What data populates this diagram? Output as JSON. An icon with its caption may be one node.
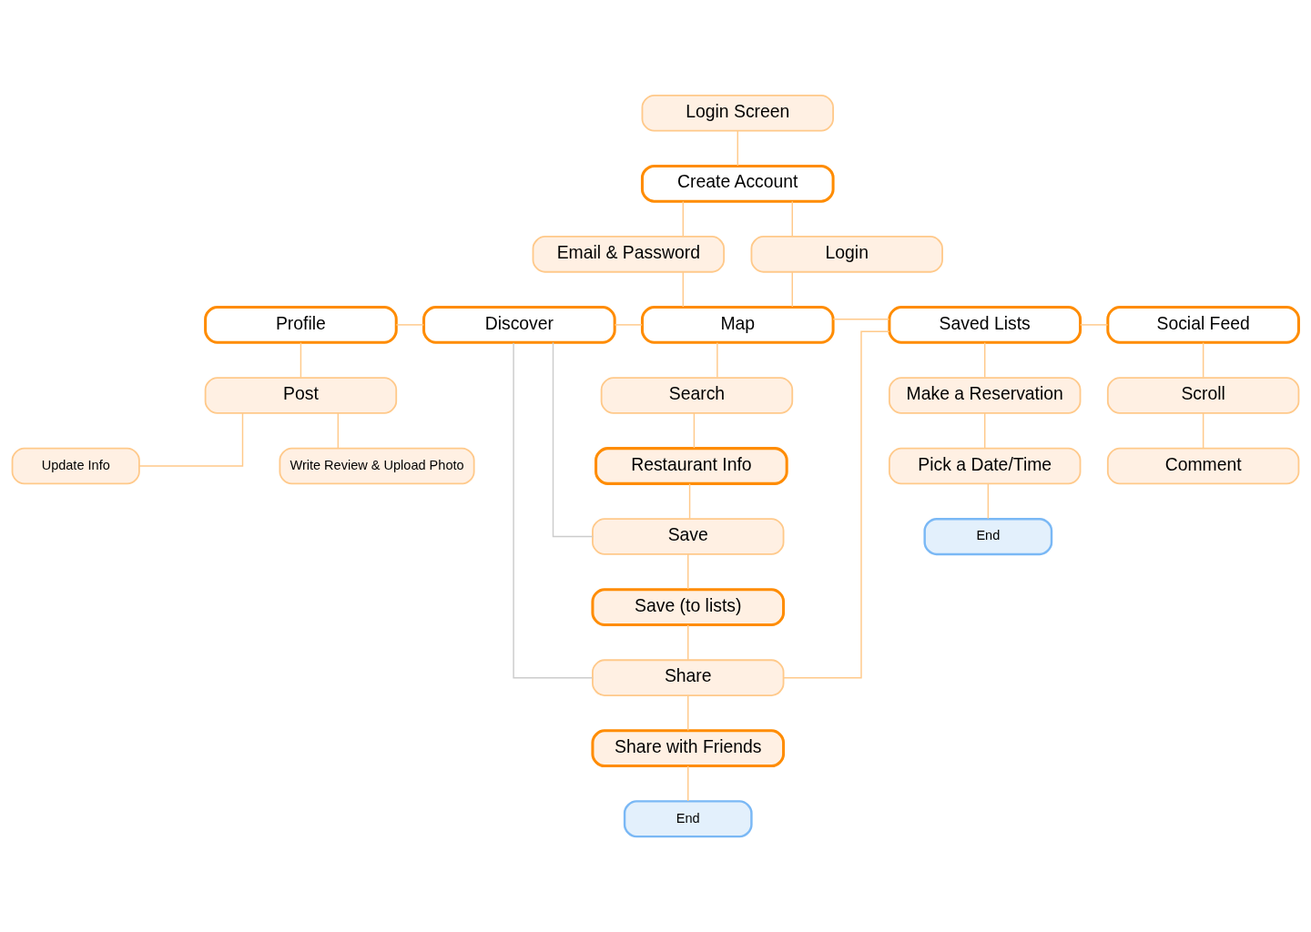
{
  "diagram": {
    "nodes": [
      {
        "text": [
          "Login Screen"
        ]
      },
      {
        "text": [
          "Create Account"
        ]
      },
      {
        "text": [
          "Email & Password"
        ]
      },
      {
        "text": [
          "Login"
        ]
      },
      {
        "text": [
          "Profile"
        ]
      },
      {
        "text": [
          "Discover"
        ]
      },
      {
        "text": [
          "Map"
        ]
      },
      {
        "text": [
          "Saved Lists"
        ]
      },
      {
        "text": [
          "Social Feed"
        ]
      },
      {
        "text": [
          "Post"
        ]
      },
      {
        "text": [
          "Write Review & Upload Photo"
        ]
      },
      {
        "text": [
          "Update Info"
        ]
      },
      {
        "text": [
          "Search"
        ]
      },
      {
        "text": [
          "Restaurant Info"
        ]
      },
      {
        "text": [
          "Save"
        ]
      },
      {
        "text": [
          "Save (to lists)"
        ]
      },
      {
        "text": [
          "Share"
        ]
      },
      {
        "text": [
          "Share with Friends"
        ]
      },
      {
        "text": [
          "End"
        ]
      },
      {
        "text": [
          "Scroll"
        ]
      },
      {
        "text": [
          "Comment"
        ]
      },
      {
        "text": [
          "Make a Reservation"
        ]
      },
      {
        "text": [
          "Pick a Date/Time"
        ]
      },
      {
        "text": [
          "End"
        ]
      }
    ],
    "edges": [
      {
        "from": 0,
        "to": 1,
        "arrow": "none"
      },
      {
        "from": 1,
        "to": 2,
        "arrow": "none"
      },
      {
        "from": 1,
        "to": 3,
        "arrow": "none"
      },
      {
        "from": 2,
        "to": 6,
        "arrow": "none"
      },
      {
        "from": 3,
        "to": 6,
        "arrow": "none"
      },
      {
        "from": 4,
        "to": 5,
        "arrow": "none"
      },
      {
        "from": 5,
        "to": 6,
        "arrow": "none"
      },
      {
        "from": 6,
        "to": 7,
        "arrow": "none"
      },
      {
        "from": 7,
        "to": 8,
        "arrow": "none"
      },
      {
        "from": 4,
        "to": 9,
        "arrow": "none"
      },
      {
        "from": 9,
        "to": 10,
        "arrow": "none"
      },
      {
        "from": 9,
        "to": 11,
        "arrow": "none"
      },
      {
        "from": 6,
        "to": 12,
        "arrow": "none"
      },
      {
        "from": 12,
        "to": 13,
        "arrow": "none"
      },
      {
        "from": 13,
        "to": 14,
        "arrow": "none"
      },
      {
        "from": 14,
        "to": 15,
        "arrow": "none"
      },
      {
        "from": 15,
        "to": 16,
        "arrow": "none"
      },
      {
        "from": 16,
        "to": 17,
        "arrow": "none"
      },
      {
        "from": 17,
        "to": 18,
        "arrow": "none"
      },
      {
        "from": 5,
        "to": 14,
        "arrow": "none",
        "color": "#cccccc"
      },
      {
        "from": 5,
        "to": 16,
        "arrow": "none",
        "color": "#cccccc"
      },
      {
        "from": 7,
        "to": 16,
        "arrow": "none"
      },
      {
        "from": 7,
        "to": 21,
        "arrow": "none"
      },
      {
        "from": 21,
        "to": 22,
        "arrow": "none"
      },
      {
        "from": 22,
        "to": 23,
        "arrow": "none"
      },
      {
        "from": 8,
        "to": 19,
        "arrow": "none"
      },
      {
        "from": 19,
        "to": 20,
        "arrow": "none"
      }
    ]
  }
}
